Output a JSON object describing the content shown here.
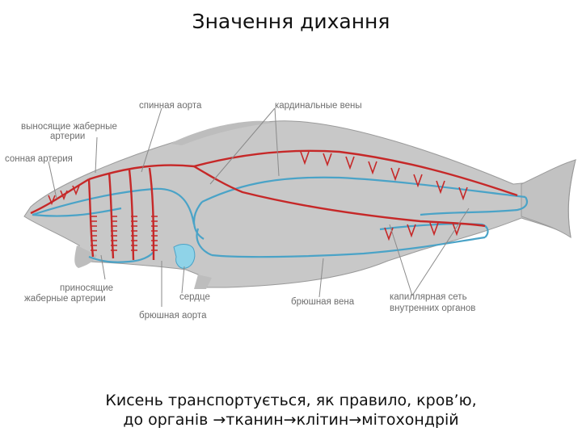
{
  "title": "Значення дихання",
  "diagram": {
    "labels": {
      "dorsal_aorta": "спинная аорта",
      "cardinal_veins": "кардинальные вены",
      "efferent_gill_arteries_1": "выносящие жаберные",
      "efferent_gill_arteries_2": "артерии",
      "carotid_artery": "сонная артерия",
      "afferent_gill_arteries_1": "приносящие",
      "afferent_gill_arteries_2": "жаберные артерии",
      "heart": "сердце",
      "ventral_aorta": "брюшная аорта",
      "abdominal_vein": "брюшная вена",
      "capillary_network_1": "капиллярная сеть",
      "capillary_network_2": "внутренних органов"
    },
    "colors": {
      "body": "#c8c8c8",
      "body_outline": "#9a9a9a",
      "arterial": "#c62828",
      "venous": "#4aa3c7",
      "heart": "#8fd3e8",
      "label": "#6d6d6d"
    }
  },
  "caption": {
    "line1": "Кисень транспортується, як правило, кров’ю,",
    "line2": "до органів →тканин→клітин→мітохондрій"
  }
}
